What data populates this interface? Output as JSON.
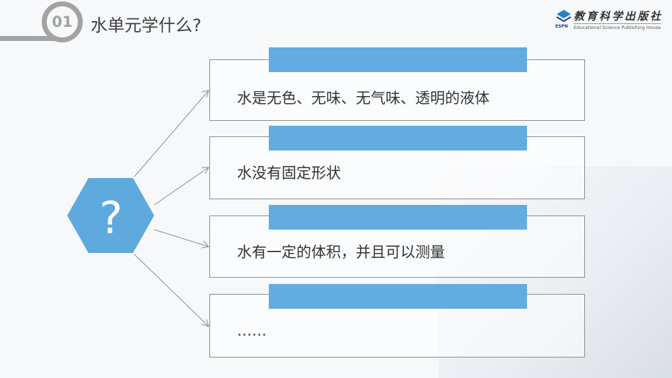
{
  "header": {
    "number": "01",
    "title": "水单元学什么?"
  },
  "logo": {
    "chinese": "教育科学出版社",
    "english": "Educational Science Publishing House",
    "abbr": "ESPN"
  },
  "center": {
    "symbol": "?",
    "color": "#5eaadf"
  },
  "items": [
    {
      "text": "水是无色、无味、无气味、透明的液体"
    },
    {
      "text": "水没有固定形状"
    },
    {
      "text": "水有一定的体积，并且可以测量"
    },
    {
      "text": "……"
    }
  ],
  "colors": {
    "accent": "#62ace1",
    "ring": "#a3a3a3"
  }
}
